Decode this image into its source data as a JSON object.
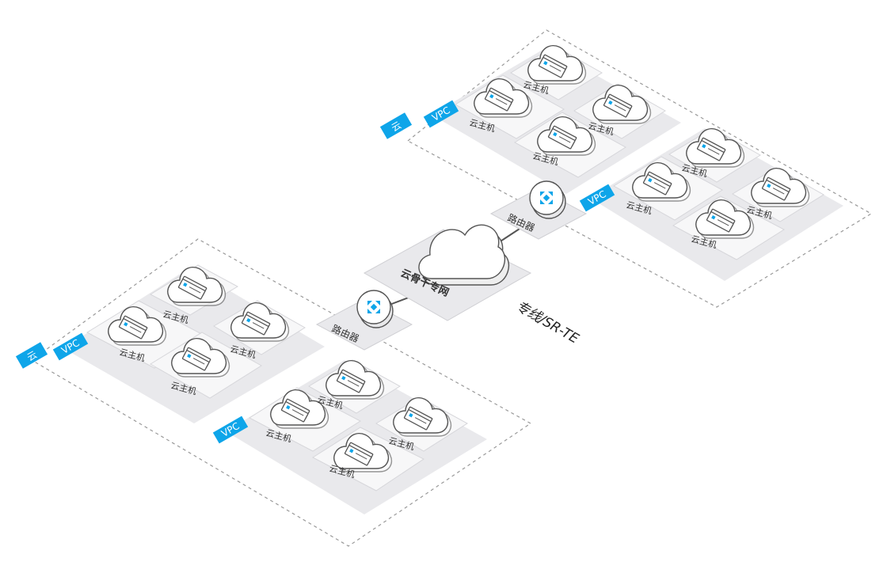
{
  "colors": {
    "accent": "#0ea5e9",
    "plate": "#e9e9ec",
    "tile": "#f7f7f8",
    "dash": "#9a9a9a",
    "text": "#333333"
  },
  "labels": {
    "cloud_tag": "云",
    "vpc_tag": "VPC",
    "host": "云主机",
    "router": "路由器",
    "backbone": "云骨干专网",
    "link": "专线/SR-TE"
  },
  "diagram": {
    "clouds": [
      {
        "id": "cloud-bottom-left",
        "vpcs": [
          {
            "hosts": 4
          },
          {
            "hosts": 4
          }
        ]
      },
      {
        "id": "cloud-top-right",
        "vpcs": [
          {
            "hosts": 4
          },
          {
            "hosts": 4
          }
        ]
      }
    ],
    "routers": 2,
    "backbone_nodes": 1
  }
}
